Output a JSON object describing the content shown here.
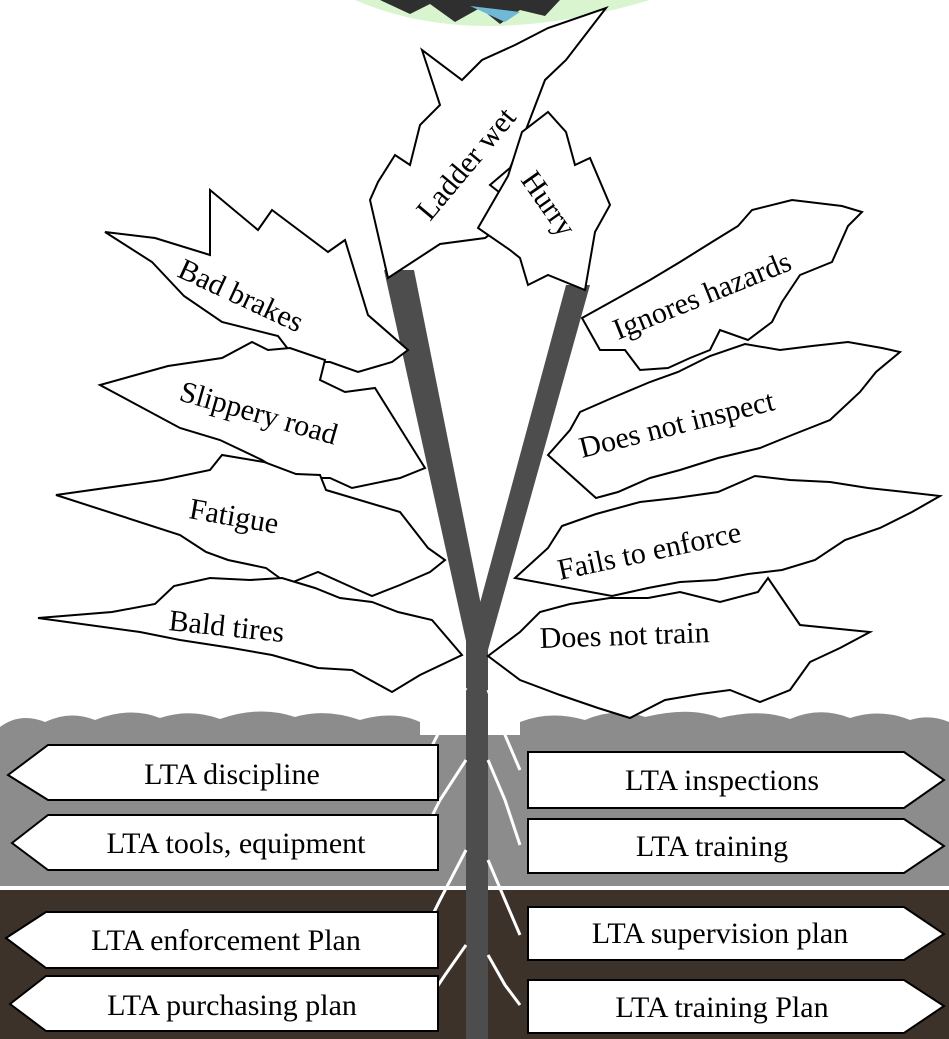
{
  "colors": {
    "background": "#ffffff",
    "ground_top": "#8c8c8c",
    "ground_rough": "#7a7a7a",
    "soil": "#3d322a",
    "trunk": "#4d4d4d",
    "outline": "#000000",
    "sky_blob": "#d9f5d0"
  },
  "leaves": {
    "ladder_wet": "Ladder wet",
    "hurry": "Hurry",
    "bad_brakes": "Bad brakes",
    "slippery_road": "Slippery road",
    "fatigue": "Fatigue",
    "bald_tires": "Bald tires",
    "ignores_hazards": "Ignores hazards",
    "does_not_inspect": "Does not inspect",
    "fails_to_enforce": "Fails to enforce",
    "does_not_train": "Does not train"
  },
  "roots": {
    "left": [
      "LTA discipline",
      "LTA tools, equipment",
      "LTA enforcement Plan",
      "LTA purchasing plan"
    ],
    "right": [
      "LTA inspections",
      "LTA training",
      "LTA supervision plan",
      "LTA training Plan"
    ]
  }
}
